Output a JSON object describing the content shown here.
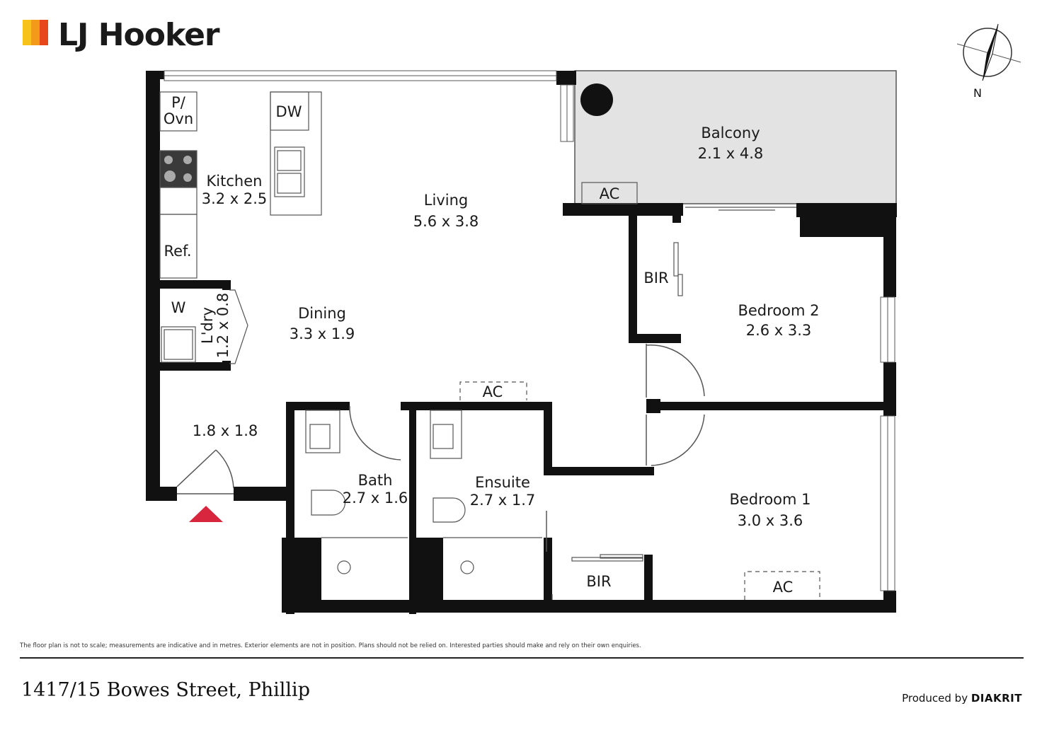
{
  "brand": {
    "name": "LJ Hooker",
    "colors": [
      "#f7c21a",
      "#f39a1b",
      "#e8471c"
    ]
  },
  "compass": {
    "label": "N"
  },
  "rooms": {
    "kitchen": {
      "name": "Kitchen",
      "size": "3.2 x 2.5"
    },
    "living": {
      "name": "Living",
      "size": "5.6 x 3.8"
    },
    "balcony": {
      "name": "Balcony",
      "size": "2.1 x 4.8"
    },
    "dining": {
      "name": "Dining",
      "size": "3.3 x 1.9"
    },
    "entry": {
      "size": "1.8 x 1.8"
    },
    "laundry": {
      "name": "L'dry",
      "size": "1.2 x 0.8"
    },
    "bedroom2": {
      "name": "Bedroom 2",
      "size": "2.6 x 3.3"
    },
    "bedroom1": {
      "name": "Bedroom 1",
      "size": "3.0 x 3.6"
    },
    "bath": {
      "name": "Bath",
      "size": "2.7 x 1.6"
    },
    "ensuite": {
      "name": "Ensuite",
      "size": "2.7 x 1.7"
    }
  },
  "fixtures": {
    "oven_line1": "P/",
    "oven_line2": "Ovn",
    "dishwasher": "DW",
    "fridge": "Ref.",
    "washer": "W",
    "bir_bed2": "BIR",
    "bir_bed1": "BIR",
    "ac_balcony": "AC",
    "ac_hall": "AC",
    "ac_bed1": "AC"
  },
  "footer": {
    "disclaimer": "The floor plan is not to scale; measurements are indicative and in metres. Exterior elements are not in position. Plans should not be relied on. Interested parties should make and rely on their own enquiries.",
    "address": "1417/15 Bowes Street, Phillip",
    "produced_by": "Produced by",
    "producer": "DIAKRIT"
  },
  "colors": {
    "wall": "#111111",
    "balcony_fill": "#e3e3e3",
    "entry_marker": "#d7263d"
  }
}
